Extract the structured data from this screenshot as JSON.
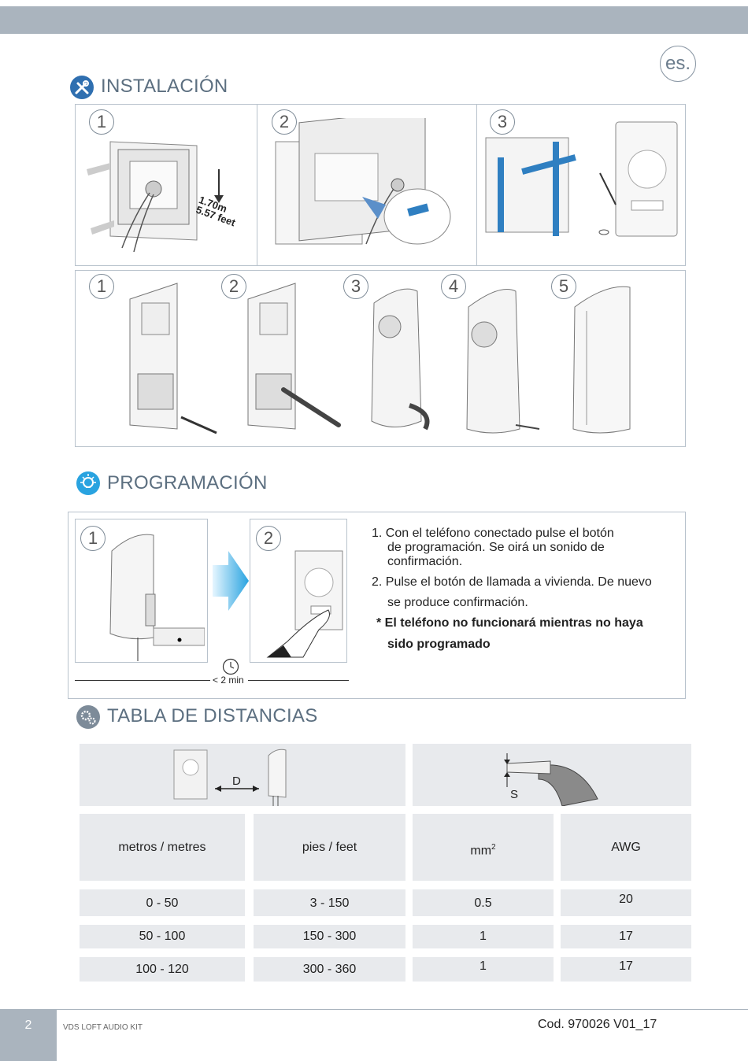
{
  "lang_badge": "es.",
  "sections": {
    "installation": "INSTALACIÓN",
    "programming": "PROGRAMACIÓN",
    "distances": "TABLA DE DISTANCIAS"
  },
  "install_row1": {
    "steps": [
      "1",
      "2",
      "3"
    ],
    "height_label_1": "1.70m",
    "height_label_2": "5.57 feet"
  },
  "install_row2": {
    "steps": [
      "1",
      "2",
      "3",
      "4",
      "5"
    ]
  },
  "programming": {
    "steps": [
      "1",
      "2"
    ],
    "timer": "< 2 min",
    "instructions": [
      "1. Con el teléfono conectado pulse el botón",
      "de programación. Se oirá un sonido de",
      "confirmación.",
      "2. Pulse el botón de llamada a vivienda. De nuevo",
      "se produce confirmación."
    ],
    "warning_1": "* El teléfono no funcionará mientras no haya",
    "warning_2": "sido programado"
  },
  "distance_table": {
    "diagram_d": "D",
    "diagram_s": "S",
    "headers": [
      "metros / metres",
      "pies / feet",
      "mm",
      "AWG"
    ],
    "mm_superscript": "2",
    "rows": [
      [
        "0 - 50",
        "3 - 150",
        "0.5",
        "20"
      ],
      [
        "50 - 100",
        "150 - 300",
        "1",
        "17"
      ],
      [
        "100 - 120",
        "300 - 360",
        "1",
        "17"
      ]
    ]
  },
  "footer": {
    "page": "2",
    "product": "VDS LOFT AUDIO KIT",
    "code": "Cod. 970026 V01_17"
  },
  "colors": {
    "bar": "#aab4be",
    "accent_blue": "#2f7fc1",
    "title": "#5c6f80"
  }
}
